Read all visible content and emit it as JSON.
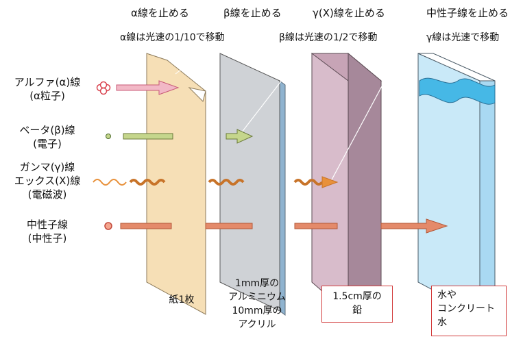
{
  "header": {
    "alpha_stop": "α線を止める",
    "beta_stop": "β線を止める",
    "gamma_stop": "γ(X)線を止める",
    "neutron_stop": "中性子線を止める"
  },
  "speeds": {
    "alpha": "α線は光速の1/10で移動",
    "beta": "β線は光速の1/2で移動",
    "gamma": "γ線は光速で移動"
  },
  "radiation": {
    "alpha_line1": "アルファ(α)線",
    "alpha_line2": "(α粒子)",
    "beta_line1": "ベータ(β)線",
    "beta_line2": "(電子)",
    "gamma_line1": "ガンマ(γ)線",
    "gamma_line2": "エックス(X)線",
    "gamma_line3": "(電磁波)",
    "neutron_line1": "中性子線",
    "neutron_line2": "(中性子)"
  },
  "materials": {
    "paper": "紙1枚",
    "alu_line1": "1mm厚の",
    "alu_line2": "アルミニウム",
    "alu_line3": "10mm厚の",
    "alu_line4": "アクリル",
    "lead_line1": "1.5cm厚の",
    "lead_line2": "鉛",
    "water_line1": "水や",
    "water_line2": "コンクリート",
    "water_line3": "水"
  },
  "colors": {
    "paper": "#f6dfb6",
    "aluminum": "#cfd2d6",
    "lead": "#d8bccb",
    "water": "#c9e9f8",
    "alpha_arrow": "#f2b8c6",
    "beta_arrow": "#c5d68c",
    "gamma_arrow": "#e8913b",
    "neutron_arrow": "#e48a6a",
    "box_border": "#d23a3a"
  }
}
